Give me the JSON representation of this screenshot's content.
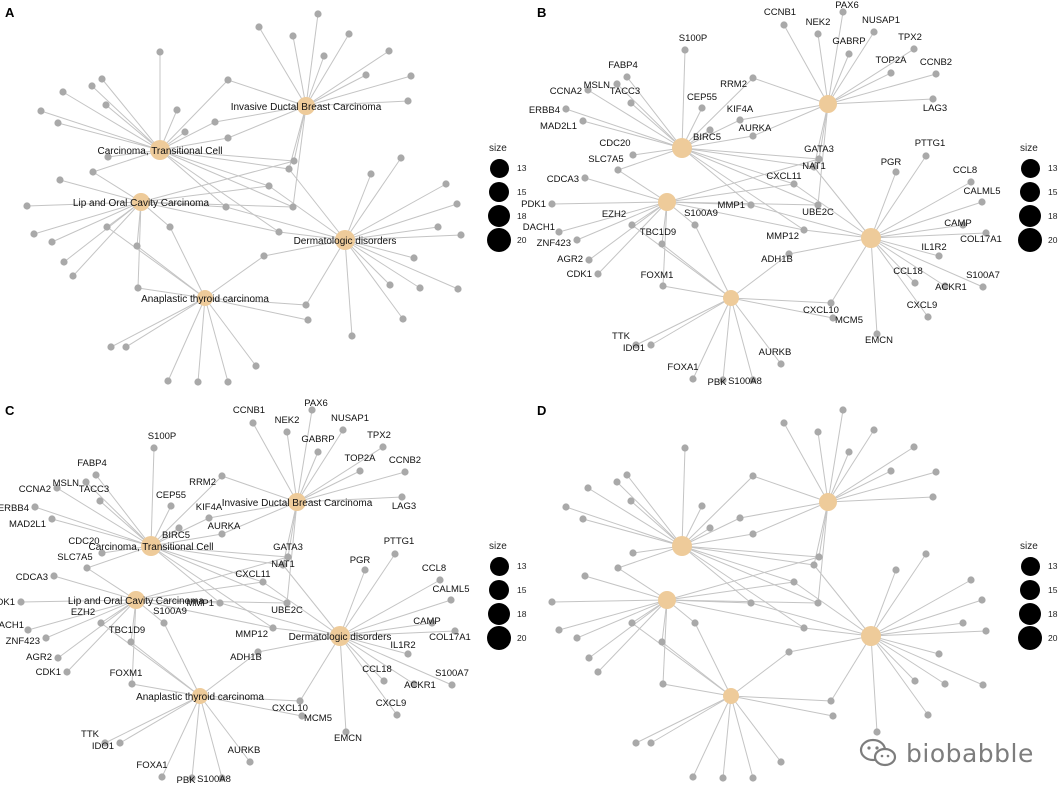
{
  "panels": [
    {
      "id": "A",
      "letter": "A",
      "show_gene_labels": false,
      "show_category_labels": true
    },
    {
      "id": "B",
      "letter": "B",
      "show_gene_labels": true,
      "show_category_labels": false
    },
    {
      "id": "C",
      "letter": "C",
      "show_gene_labels": true,
      "show_category_labels": true
    },
    {
      "id": "D",
      "letter": "D",
      "show_gene_labels": false,
      "show_category_labels": false
    }
  ],
  "categories": [
    "Invasive Ductal Breast Carcinoma",
    "Carcinoma, Transitional Cell",
    "Lip and Oral Cavity Carcinoma",
    "Dermatologic disorders",
    "Anaplastic thyroid carcinoma"
  ],
  "genes": [
    "CCNB1",
    "PAX6",
    "NEK2",
    "NUSAP1",
    "GABRP",
    "TPX2",
    "CCNB2",
    "TOP2A",
    "LAG3",
    "S100P",
    "FABP4",
    "MSLN",
    "CCNA2",
    "TACC3",
    "RRM2",
    "ERBB4",
    "CEP55",
    "MAD2L1",
    "BIRC5",
    "KIF4A",
    "CDC20",
    "AURKA",
    "SLC7A5",
    "GATA3",
    "PTTG1",
    "NAT1",
    "PGR",
    "CDCA3",
    "CXCL11",
    "CCL8",
    "MMP1",
    "UBE2C",
    "PDK1",
    "CALML5",
    "DACH1",
    "EZH2",
    "S100A9",
    "CAMP",
    "COL17A1",
    "ZNF423",
    "TBC1D9",
    "MMP12",
    "AGR2",
    "IL1R2",
    "CDK1",
    "ADH1B",
    "S100A7",
    "CCL18",
    "ACKR1",
    "FOXM1",
    "CXCL10",
    "CXCL9",
    "MCM5",
    "EMCN",
    "TTK",
    "IDO1",
    "AURKB",
    "FOXA1",
    "PBK",
    "S100A8"
  ],
  "legend": {
    "title": "size",
    "entries": [
      {
        "label": "13",
        "value": 13
      },
      {
        "label": "15",
        "value": 15
      },
      {
        "label": "18",
        "value": 18
      },
      {
        "label": "20",
        "value": 20
      }
    ]
  },
  "watermark": {
    "text": "biobabble",
    "icon": "wechat-icon"
  },
  "colors": {
    "category_node": "#EECB9A",
    "gene_node": "#A9A9A9",
    "edge": "#C4C4C4",
    "legend_dot": "#000000"
  }
}
